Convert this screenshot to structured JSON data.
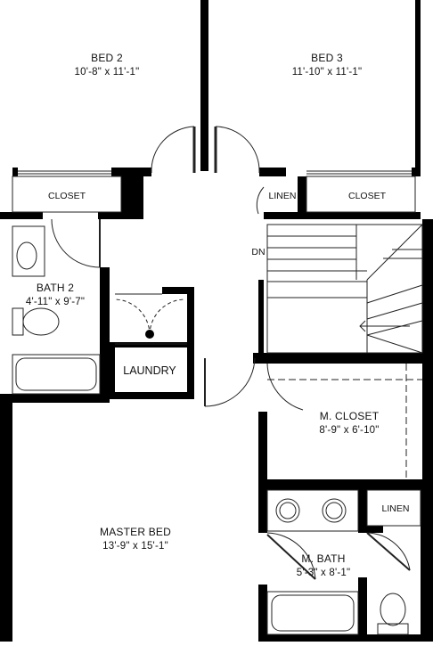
{
  "rooms": {
    "bed2": {
      "name": "BED 2",
      "dim": "10'-8\" x 11'-1\""
    },
    "bed3": {
      "name": "BED 3",
      "dim": "11'-10\" x 11'-1\""
    },
    "bath2": {
      "name": "BATH 2",
      "dim": "4'-11\" x 9'-7\""
    },
    "master_bed": {
      "name": "MASTER BED",
      "dim": "13'-9\" x 15'-1\""
    },
    "m_closet": {
      "name": "M. CLOSET",
      "dim": "8'-9\" x 6'-10\""
    },
    "m_bath": {
      "name": "M. BATH",
      "dim": "5'-3\" x 8'-1\""
    }
  },
  "labels": {
    "closet_left": "CLOSET",
    "closet_right": "CLOSET",
    "linen_top": "LINEN",
    "linen_bottom": "LINEN",
    "laundry": "LAUNDRY",
    "stairs_dn": "DN"
  },
  "colors": {
    "wall": "#000000",
    "line": "#222222",
    "background": "#ffffff"
  }
}
